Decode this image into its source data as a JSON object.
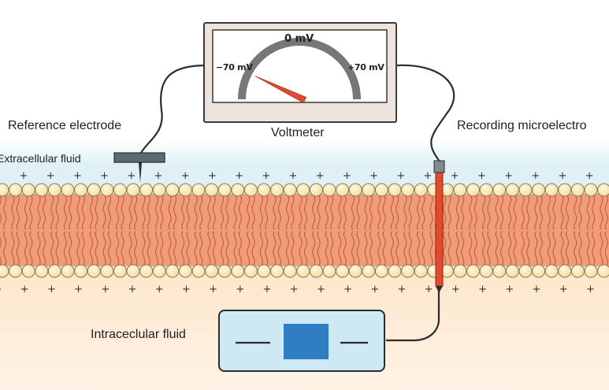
{
  "voltmeter": {
    "title": "Voltmeter",
    "scale_center": "0 mV",
    "scale_left": "−70 mV",
    "scale_right": "+70 mV"
  },
  "labels": {
    "reference_electrode": "Reference electrode",
    "extracellular_fluid": "Extracellular fluid",
    "recording_microelectrode": "Recording microelectro",
    "intracellular_fluid": "Intraceclular fluid"
  },
  "charges": {
    "top": "+",
    "bottom": "+"
  },
  "needle": {
    "reading_mV": -70
  },
  "colors": {
    "extracellular": "#dff1f7",
    "intracellular": "#fde6cc",
    "membrane_tails": "#e98f6a",
    "lipid_head": "#fbe9bb",
    "meter_frame": "#ece4dd",
    "needle": "#e04b2f",
    "electrode": "#e04b2f",
    "reference_electrode": "#5b6b72",
    "box": "#cde9f3",
    "box_center": "#2f7ec4"
  }
}
